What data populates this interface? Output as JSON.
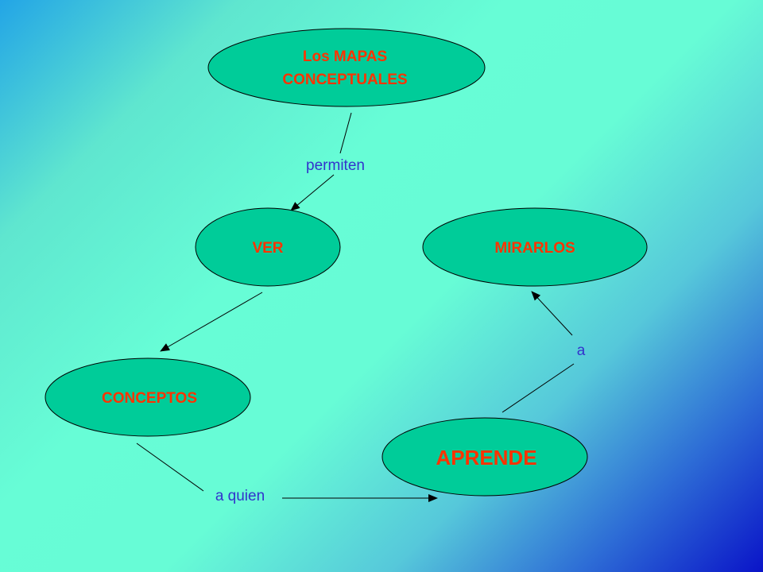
{
  "colors": {
    "node_fill": "#00cc99",
    "node_text": "#ff3300",
    "link_text": "#3333cc",
    "line": "#000000"
  },
  "nodes": {
    "mapas": {
      "line1": "Los MAPAS",
      "line2": "CONCEPTUALES"
    },
    "ver": {
      "label": "VER"
    },
    "mirarlos": {
      "label": "MIRARLOS"
    },
    "conceptos": {
      "label": "CONCEPTOS"
    },
    "aprende": {
      "label": "APRENDE"
    }
  },
  "links": {
    "permiten": "permiten",
    "a": "a",
    "a_quien": "a quien"
  }
}
